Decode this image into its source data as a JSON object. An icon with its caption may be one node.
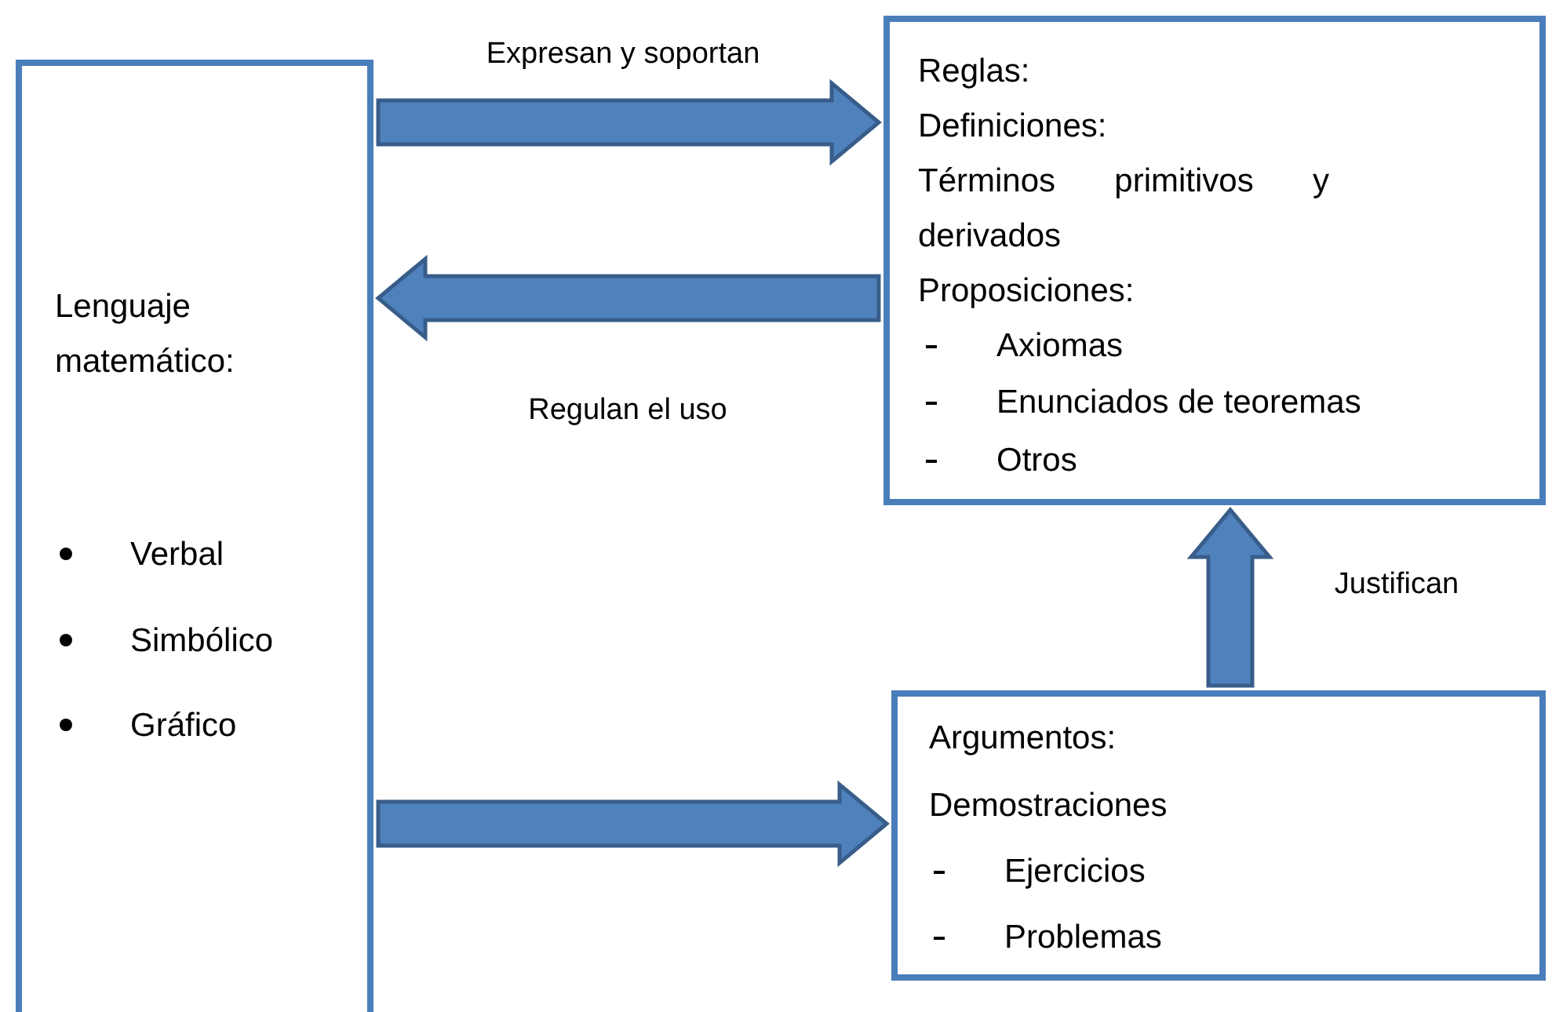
{
  "diagram": {
    "nodes": [
      {
        "text": [
          "Lenguaje matemático:",
          "Verbal",
          "Simbólico",
          "Gráfico"
        ]
      },
      {
        "text": [
          "Reglas:",
          "Definiciones:",
          "Términos primitivos y derivados",
          "Proposiciones:",
          "Axiomas",
          "Enunciados de teoremas",
          "Otros"
        ]
      },
      {
        "text": [
          "Argumentos:",
          "Demostraciones",
          "Ejercicios",
          "Problemas"
        ]
      }
    ],
    "edges": [
      {
        "from": 0,
        "to": 1,
        "arrow": "to",
        "label": "Expresan y soportan"
      },
      {
        "from": 1,
        "to": 0,
        "arrow": "to",
        "label": "Regulan el uso"
      },
      {
        "from": 0,
        "to": 2,
        "arrow": "to"
      },
      {
        "from": 2,
        "to": 1,
        "arrow": "to",
        "label": "Justifican"
      }
    ]
  }
}
